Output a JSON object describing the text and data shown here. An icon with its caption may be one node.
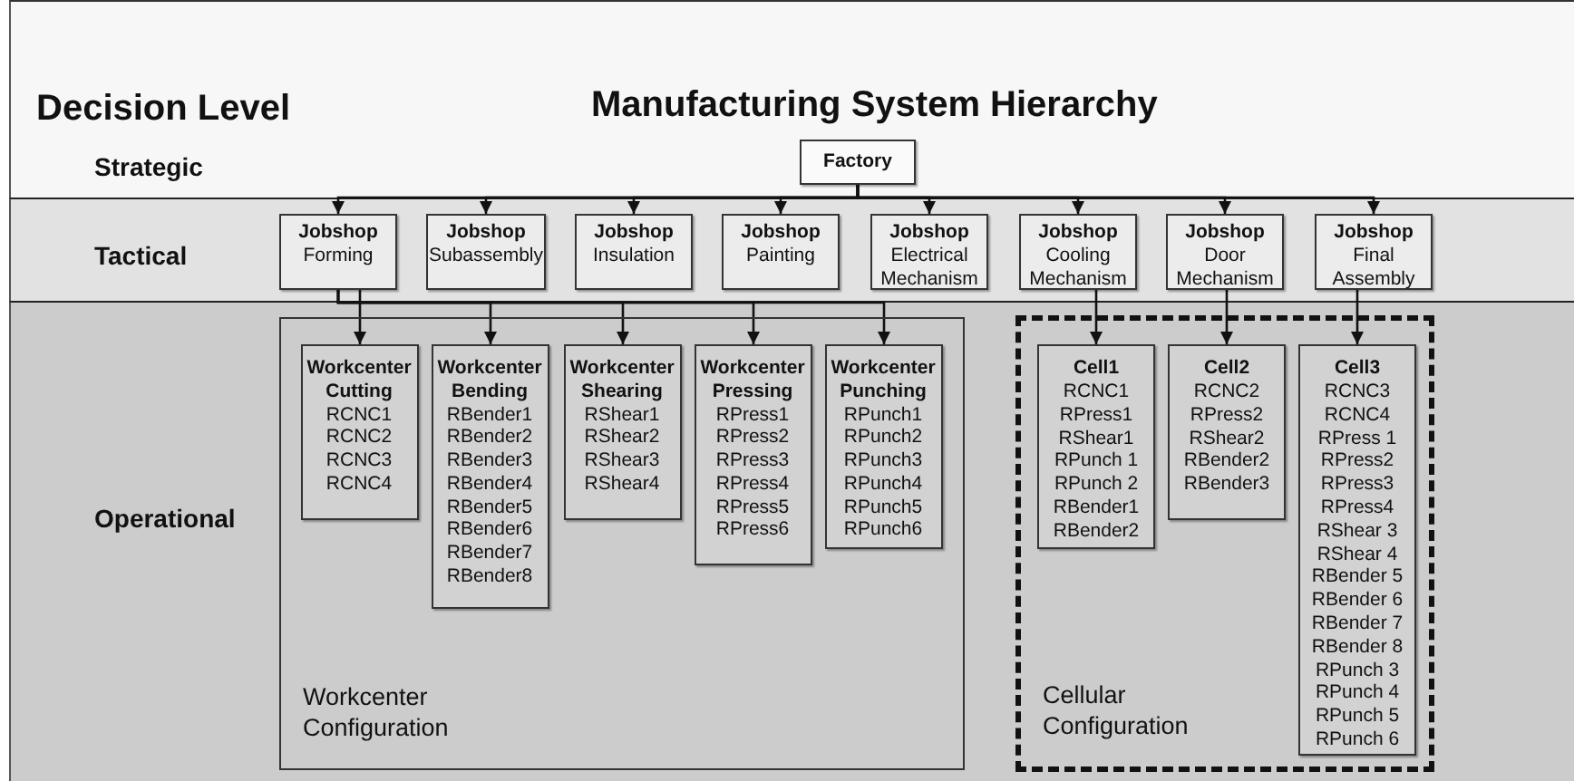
{
  "diagram": {
    "title": "Manufacturing System Hierarchy",
    "nodes": [
      {
        "text": [
          "Factory"
        ]
      },
      {
        "text": [
          "Jobshop",
          "Forming"
        ]
      },
      {
        "text": [
          "Jobshop",
          "Subassembly"
        ]
      },
      {
        "text": [
          "Jobshop",
          "Insulation"
        ]
      },
      {
        "text": [
          "Jobshop",
          "Painting"
        ]
      },
      {
        "text": [
          "Jobshop",
          "Electrical Mechanism"
        ]
      },
      {
        "text": [
          "Jobshop",
          "Cooling Mechanism"
        ]
      },
      {
        "text": [
          "Jobshop",
          "Door Mechanism"
        ]
      },
      {
        "text": [
          "Jobshop",
          "Final Assembly"
        ]
      },
      {
        "text": [
          "Workcenter Configuration"
        ]
      },
      {
        "text": [
          "Workcenter Cutting",
          "RCNC1",
          "RCNC2",
          "RCNC3",
          "RCNC4"
        ],
        "in": 9
      },
      {
        "text": [
          "Workcenter Bending",
          "RBender1",
          "RBender2",
          "RBender3",
          "RBender4",
          "RBender5",
          "RBender6",
          "RBender7",
          "RBender8"
        ],
        "in": 9
      },
      {
        "text": [
          "Workcenter Shearing",
          "RShear1",
          "RShear2",
          "RShear3",
          "RShear4"
        ],
        "in": 9
      },
      {
        "text": [
          "Workcenter Pressing",
          "RPress1",
          "RPress2",
          "RPress3",
          "RPress4",
          "RPress5",
          "RPress6"
        ],
        "in": 9
      },
      {
        "text": [
          "Workcenter Punching",
          "RPunch1",
          "RPunch2",
          "RPunch3",
          "RPunch4",
          "RPunch5",
          "RPunch6"
        ],
        "in": 9
      },
      {
        "text": [
          "Cellular Configuration"
        ]
      },
      {
        "text": [
          "Cell1",
          "RCNC1",
          "RPress1",
          "RShear1",
          "RPunch 1",
          "RPunch 2",
          "RBender1",
          "RBender2"
        ],
        "in": 15
      },
      {
        "text": [
          "Cell2",
          "RCNC2",
          "RPress2",
          "RShear2",
          "RBender2",
          "RBender3"
        ],
        "in": 15
      },
      {
        "text": [
          "Cell3",
          "RCNC3",
          "RCNC4",
          "RPress 1",
          "RPress2",
          "RPress3",
          "RPress4",
          "RShear 3",
          "RShear 4",
          "RBender 5",
          "RBender 6",
          "RBender 7",
          "RBender 8",
          "RPunch 3",
          "RPunch 4",
          "RPunch 5",
          "RPunch 6"
        ],
        "in": 15
      }
    ],
    "edges": [
      {
        "from": 0,
        "to": 1,
        "arrow": "to"
      },
      {
        "from": 0,
        "to": 2,
        "arrow": "to"
      },
      {
        "from": 0,
        "to": 3,
        "arrow": "to"
      },
      {
        "from": 0,
        "to": 4,
        "arrow": "to"
      },
      {
        "from": 0,
        "to": 5,
        "arrow": "to"
      },
      {
        "from": 0,
        "to": 6,
        "arrow": "to"
      },
      {
        "from": 0,
        "to": 7,
        "arrow": "to"
      },
      {
        "from": 0,
        "to": 8,
        "arrow": "to"
      },
      {
        "from": 1,
        "to": 10,
        "arrow": "to"
      },
      {
        "from": 1,
        "to": 11,
        "arrow": "to"
      },
      {
        "from": 1,
        "to": 12,
        "arrow": "to"
      },
      {
        "from": 1,
        "to": 13,
        "arrow": "to"
      },
      {
        "from": 1,
        "to": 14,
        "arrow": "to"
      },
      {
        "from": 6,
        "to": 16,
        "arrow": "to"
      },
      {
        "from": 7,
        "to": 17,
        "arrow": "to"
      },
      {
        "from": 8,
        "to": 18,
        "arrow": "to"
      }
    ],
    "labels": [
      "Decision Level",
      "Strategic",
      "Tactical",
      "Operational"
    ]
  }
}
